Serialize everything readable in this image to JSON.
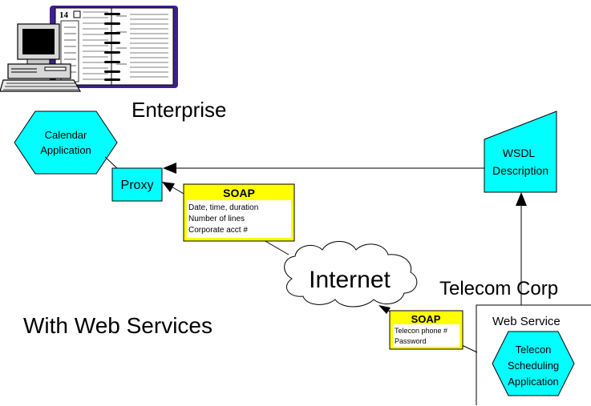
{
  "enterprise": {
    "label": "Enterprise"
  },
  "calendar_app": {
    "line1": "Calendar",
    "line2": "Application"
  },
  "proxy": {
    "label": "Proxy"
  },
  "wsdl": {
    "line1": "WSDL",
    "line2": "Description"
  },
  "soap_request": {
    "title": "SOAP",
    "lines": [
      "Date, time, duration",
      "Number of lines",
      "Corporate acct #"
    ]
  },
  "internet": {
    "label": "Internet"
  },
  "telecom": {
    "label": "Telecom Corp"
  },
  "caption": {
    "label": "With Web Services"
  },
  "soap_auth": {
    "title": "SOAP",
    "lines": [
      "Telecon phone #",
      "Password"
    ]
  },
  "web_service": {
    "label": "Web Service"
  },
  "telecon_app": {
    "line1": "Telecon",
    "line2": "Scheduling",
    "line3": "Application"
  },
  "icons": [
    "desktop-computer-icon",
    "day-planner-icon"
  ],
  "colors": {
    "cyan": "#00ffff",
    "yellow": "#ffff00",
    "planner_purple": "#3f1f8f"
  }
}
